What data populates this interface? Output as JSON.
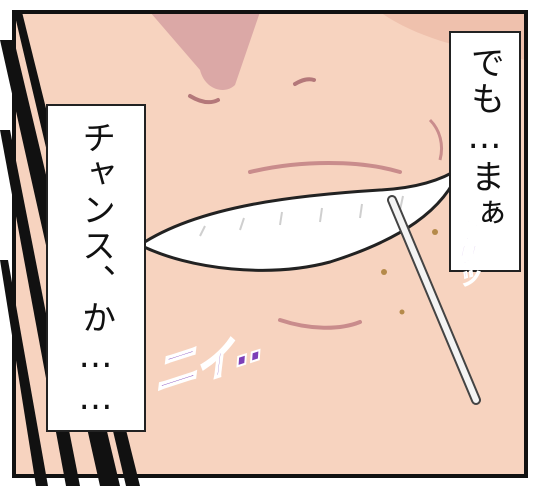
{
  "bubbles": {
    "right": "でも…まぁ",
    "left": "チャンス、か……"
  },
  "sfx": {
    "karitsu": "カリッ",
    "nii": "ニィ‥"
  },
  "colors": {
    "skin": "#f7d3bf",
    "skin_shadow": "#e9b39c",
    "sfx_purple": "#8e4fc4",
    "frame": "#111111"
  }
}
